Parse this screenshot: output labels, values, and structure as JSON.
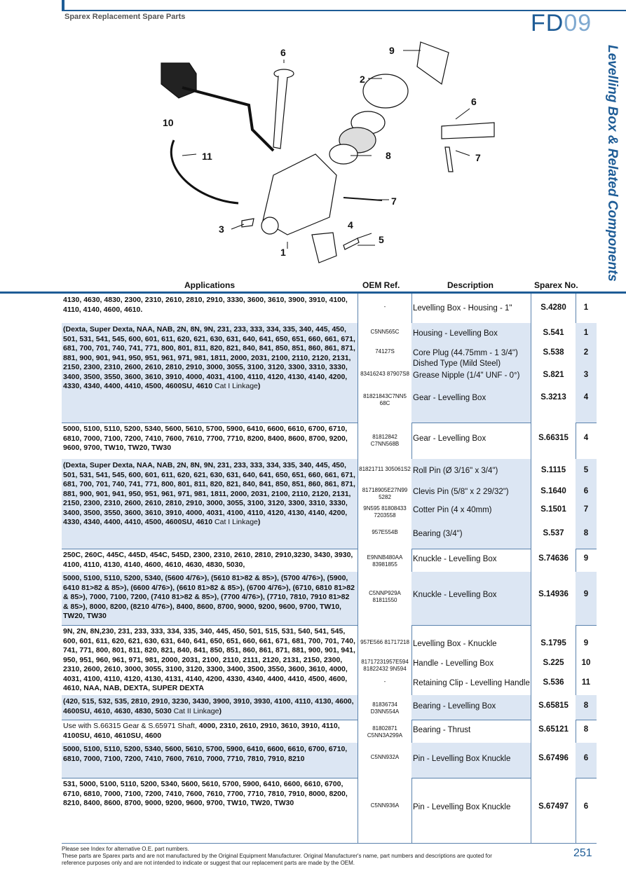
{
  "header": {
    "brand": "Sparex Replacement Spare Parts",
    "code_main": "FD",
    "code_num": "09"
  },
  "side_title": "Levelling Box & Related Components",
  "diagram": {
    "callouts": [
      "6",
      "9",
      "2",
      "10",
      "11",
      "6",
      "8",
      "7",
      "7",
      "3",
      "4",
      "5",
      "1"
    ]
  },
  "table": {
    "headers": {
      "applications": "Applications",
      "oem": "OEM Ref.",
      "description": "Description",
      "sparex": "Sparex No."
    },
    "rows": [
      {
        "app": "4130, 4630, 4830, 2300, 2310, 2610, 2810, 2910, 3330, 3600, 3610, 3900, 3910, 4100, 4110, 4140, 4600, 4610.",
        "items": [
          {
            "oem": "-",
            "desc": "Levelling Box - Housing - 1\"",
            "sparex": "S.4280",
            "no": "1"
          }
        ]
      },
      {
        "app": "(Dexta, Super Dexta, NAA, NAB, 2N, 8N, 9N, 231, 233, 333, 334, 335, 340, 445, 450, 501, 531, 541, 545, 600, 601, 611, 620, 621, 630, 631, 640, 641, 650, 651, 660, 661, 671, 681, 700, 701, 740, 741, 771, 800, 801, 811, 820, 821, 840, 841, 850, 851, 860, 861, 871, 881, 900, 901, 941, 950, 951, 961, 971, 981, 1811, 2000, 2031, 2100, 2110, 2120, 2131, 2150, 2300, 2310, 2600, 2610, 2810, 2910, 3000, 3055, 3100, 3120, 3300, 3310, 3330, 3400, 3500, 3550, 3600, 3610, 3910, 4000, 4031, 4100, 4110, 4120, 4130, 4140, 4200, 4330, 4340, 4400, 4410, 4500, 4600SU, 4610",
        "app_tail": " Cat I Linkage",
        "app_close": ")",
        "items": [
          {
            "oem": "C5NN565C",
            "desc": "Housing - Levelling Box",
            "sparex": "S.541",
            "no": "1"
          },
          {
            "oem": "74127S",
            "desc": "Core Plug (44.75mm - 1 3/4\") Dished Type (Mild Steel)",
            "sparex": "S.538",
            "no": "2"
          },
          {
            "oem": "83416243 87907S8",
            "desc": "Grease Nipple (1/4\" UNF - 0°)",
            "sparex": "S.821",
            "no": "3"
          },
          {
            "oem": "81821843C7NN5 68C",
            "desc": "Gear - Levelling Box",
            "sparex": "S.3213",
            "no": "4"
          }
        ]
      },
      {
        "app": "5000, 5100, 5110, 5200, 5340, 5600, 5610, 5700, 5900, 6410, 6600, 6610, 6700, 6710, 6810, 7000, 7100, 7200, 7410, 7600, 7610, 7700, 7710, 8200, 8400, 8600, 8700, 9200, 9600, 9700, TW10, TW20, TW30",
        "items": [
          {
            "oem": "81812842 C7NN568B",
            "desc": "Gear - Levelling Box",
            "sparex": "S.66315",
            "no": "4"
          }
        ]
      },
      {
        "app": "(Dexta, Super Dexta, NAA, NAB, 2N, 8N, 9N, 231, 233, 333, 334, 335, 340, 445, 450, 501, 531, 541, 545, 600, 601, 611, 620, 621, 630, 631, 640, 641, 650, 651, 660, 661, 671, 681, 700, 701, 740, 741, 771, 800, 801, 811, 820, 821, 840, 841, 850, 851, 860, 861, 871, 881, 900, 901, 941, 950, 951, 961, 971, 981, 1811, 2000, 2031, 2100, 2110, 2120, 2131, 2150, 2300, 2310, 2600, 2610, 2810, 2910, 3000, 3055, 3100, 3120, 3300, 3310, 3330, 3400, 3500, 3550, 3600, 3610, 3910, 4000, 4031, 4100, 4110, 4120, 4130, 4140, 4200, 4330, 4340, 4400, 4410, 4500, 4600SU, 4610",
        "app_tail": " Cat I Linkage",
        "app_close": ")",
        "items": [
          {
            "oem": "81821711 305061S2",
            "desc": "Roll Pin (Ø 3/16\" x 3/4\")",
            "sparex": "S.1115",
            "no": "5"
          },
          {
            "oem": "81718905E27N99 5282",
            "desc": "Clevis Pin (5/8\" x 2 29/32\")",
            "sparex": "S.1640",
            "no": "6"
          },
          {
            "oem": "9N595 81808433 7203558",
            "desc": "Cotter Pin (4 x 40mm)",
            "sparex": "S.1501",
            "no": "7"
          },
          {
            "oem": "957E554B",
            "desc": "Bearing (3/4\")",
            "sparex": "S.537",
            "no": "8"
          }
        ]
      },
      {
        "app": "250C, 260C, 445C, 445D, 454C, 545D, 2300, 2310, 2610, 2810, 2910,3230, 3430, 3930, 4100, 4110, 4130, 4140, 4600, 4610, 4630, 4830, 5030,",
        "items": [
          {
            "oem": "E9NNB480AA 83981855",
            "desc": "Knuckle - Levelling Box",
            "sparex": "S.74636",
            "no": "9"
          }
        ]
      },
      {
        "app": "5000, 5100, 5110, 5200, 5340, (5600 4/76>), (5610 81>82 & 85>), (5700 4/76>), (5900, 6410 81>82 & 85>), (6600 4/76>), (6610 81>82 & 85>), (6700 4/76>), (6710, 6810 81>82 & 85>), 7000, 7100, 7200, (7410 81>82 & 85>), (7700 4/76>), (7710, 7810, 7910 81>82 & 85>), 8000, 8200, (8210 4/76>), 8400, 8600, 8700, 9000, 9200, 9600, 9700, TW10, TW20, TW30",
        "items": [
          {
            "oem": "C5NNP929A 81811550",
            "desc": "Knuckle - Levelling Box",
            "sparex": "S.14936",
            "no": "9"
          }
        ]
      },
      {
        "app": "9N, 2N, 8N,230, 231, 233, 333, 334, 335, 340, 445, 450, 501, 515, 531, 540, 541, 545, 600, 601, 611, 620, 621, 630, 631, 640, 641, 650, 651, 660, 661, 671, 681, 700, 701, 740, 741, 771, 800, 801, 811, 820, 821, 840, 841, 850, 851, 860, 861, 871, 881, 900, 901, 941, 950, 951, 960, 961, 971, 981, 2000, 2031, 2100, 2110, 2111, 2120, 2131, 2150, 2300, 2310, 2600, 2610, 3000, 3055, 3100, 3120, 3300, 3400, 3500, 3550, 3600, 3610, 4000, 4031, 4100, 4110, 4120, 4130, 4131, 4140, 4200, 4330, 4340, 4400, 4410, 4500, 4600, 4610, NAA, NAB, DEXTA, SUPER DEXTA",
        "items": [
          {
            "oem": "957E566 81717218",
            "desc": "Levelling Box - Knuckle",
            "sparex": "S.1795",
            "no": "9"
          },
          {
            "oem": "81717231957E594 81822432 9N594",
            "desc": "Handle - Levelling Box",
            "sparex": "S.225",
            "no": "10"
          },
          {
            "oem": "-",
            "desc": "Retaining Clip - Levelling Handle",
            "sparex": "S.536",
            "no": "11"
          }
        ]
      },
      {
        "app": "(420, 515, 532, 535, 2810, 2910, 3230, 3430, 3900, 3910, 3930, 4100, 4110, 4130, 4600, 4600SU, 4610, 4630, 4830, 5030",
        "app_tail": " Cat II Linkage",
        "app_close": ")",
        "items": [
          {
            "oem": "81836734 D3NN554A",
            "desc": "Bearing - Levelling Box",
            "sparex": "S.65815",
            "no": "8"
          }
        ]
      },
      {
        "app_pre": "Use with S.66315 Gear & S.65971 Shaft, ",
        "app": "4000, 2310, 2610, 2910, 3610, 3910, 4110, 4100SU, 4610, 4610SU, 4600",
        "items": [
          {
            "oem": "81802871 C5NN3A299A",
            "desc": "Bearing - Thrust",
            "sparex": "S.65121",
            "no": "8"
          }
        ]
      },
      {
        "app": "5000, 5100, 5110, 5200, 5340, 5600, 5610, 5700, 5900, 6410, 6600, 6610, 6700, 6710, 6810, 7000, 7100, 7200, 7410, 7600, 7610, 7000, 7710, 7810, 7910, 8210",
        "items": [
          {
            "oem": "C5NN932A",
            "desc": "Pin - Levelling Box Knuckle",
            "sparex": "S.67496",
            "no": "6"
          }
        ]
      },
      {
        "app": "531, 5000, 5100, 5110, 5200, 5340, 5600, 5610, 5700, 5900, 6410, 6600, 6610, 6700, 6710, 6810, 7000, 7100, 7200, 7410, 7600, 7610, 7700, 7710, 7810, 7910, 8000, 8200, 8210, 8400, 8600, 8700, 9000, 9200, 9600, 9700, TW10, TW20, TW30",
        "items": [
          {
            "oem": "C5NN936A",
            "desc": "Pin - Levelling Box Knuckle",
            "sparex": "S.67497",
            "no": "6"
          }
        ]
      }
    ]
  },
  "footer": {
    "line1": "Please see Index for alternative O.E. part numbers.",
    "line2": "These parts are Sparex parts and are not manufactured by the Original Equipment Manufacturer. Original Manufacturer's name, part numbers and descriptions are quoted for reference purposes only and are not intended to indicate or suggest that our replacement parts are made by the OEM.",
    "page": "251"
  }
}
